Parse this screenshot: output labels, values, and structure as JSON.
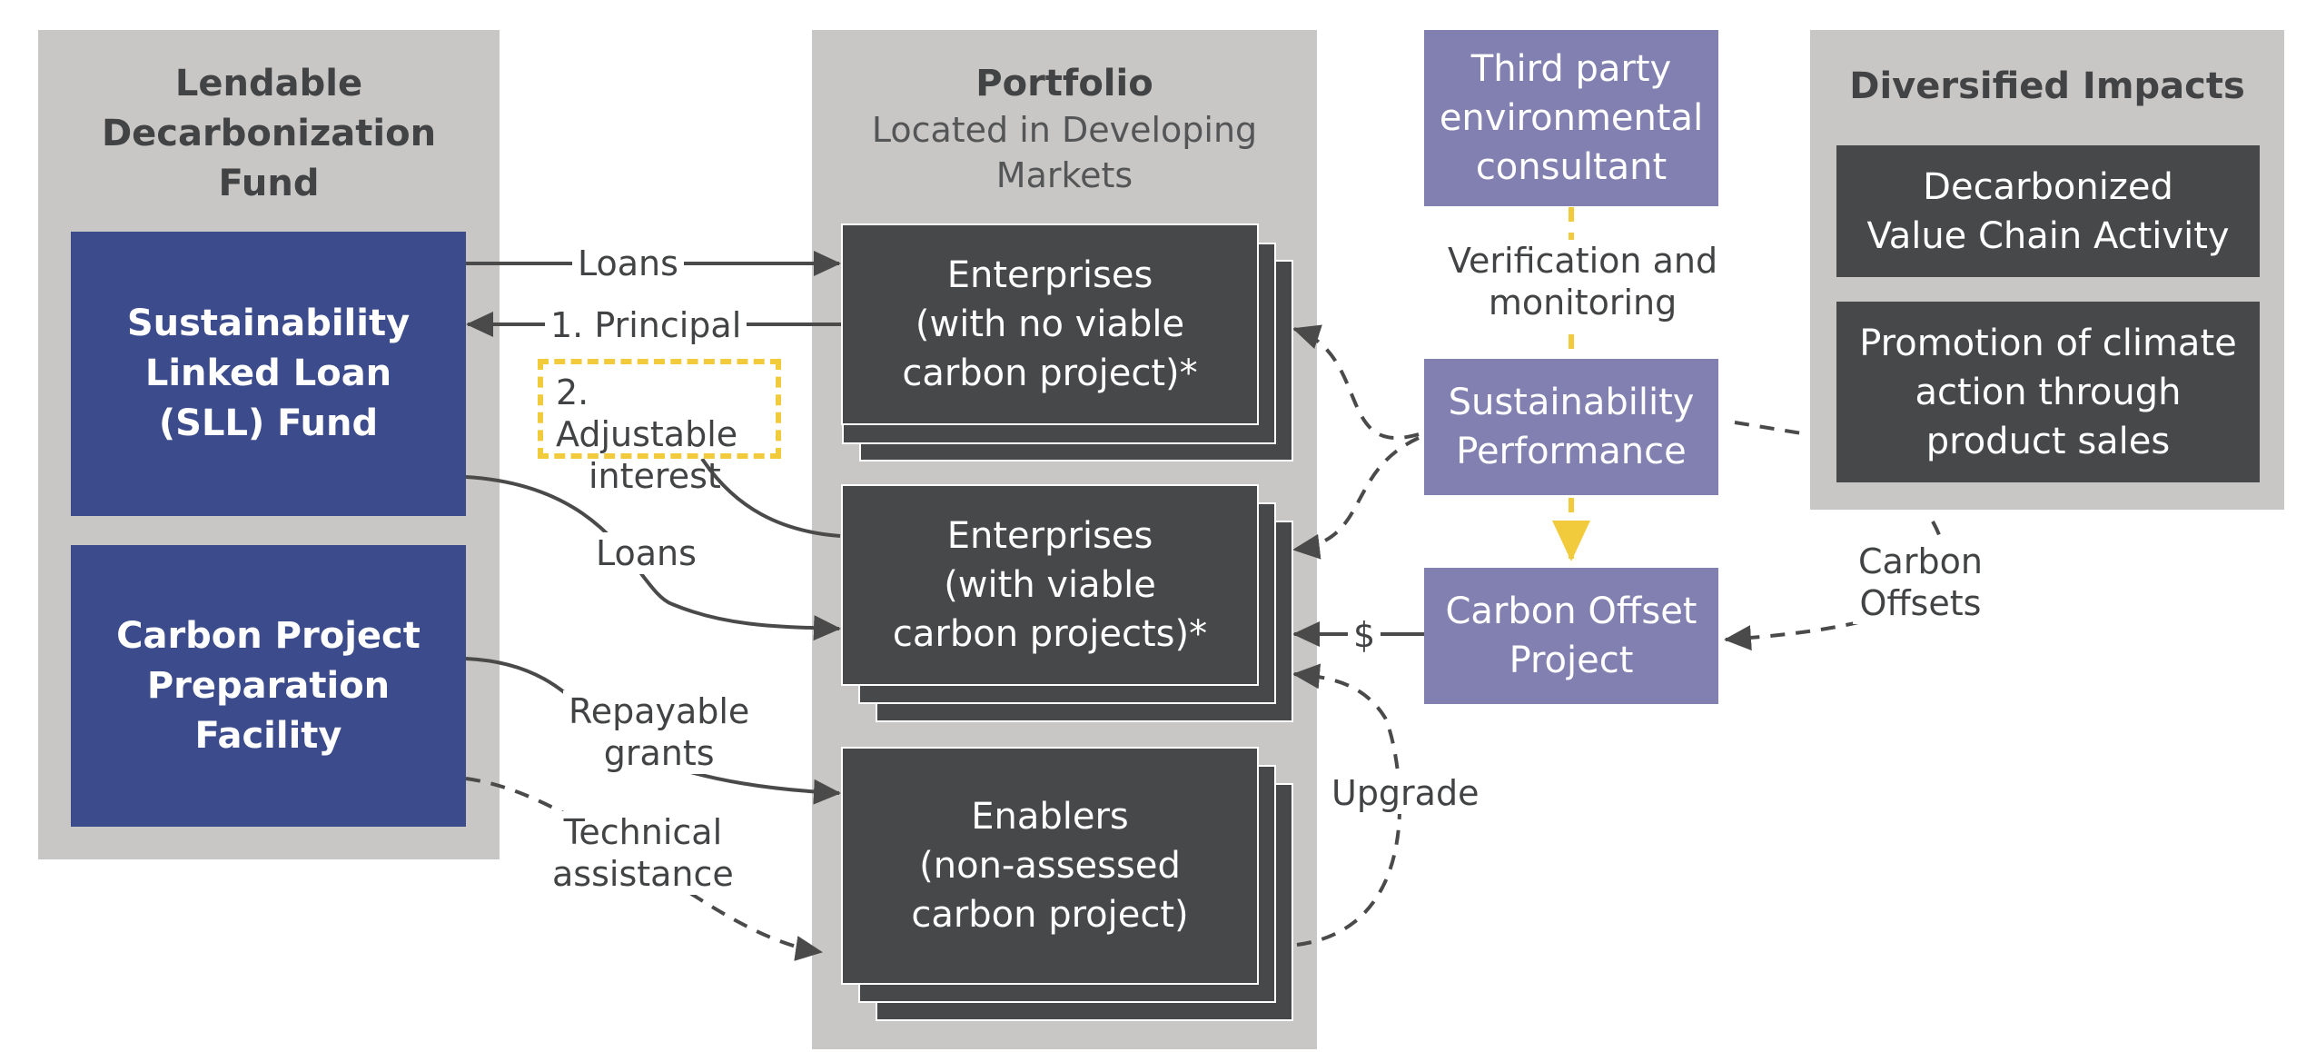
{
  "fund": {
    "title": [
      "Lendable",
      "Decarbonization",
      "Fund"
    ],
    "sll": [
      "Sustainability",
      "Linked Loan",
      "(SLL) Fund"
    ],
    "cppf": [
      "Carbon Project",
      "Preparation",
      "Facility"
    ]
  },
  "portfolio": {
    "title": "Portfolio",
    "subtitle": [
      "Located in Developing",
      "Markets"
    ],
    "enterprises_no_viable": [
      "Enterprises",
      "(with no viable",
      "carbon project)*"
    ],
    "enterprises_viable": [
      "Enterprises",
      "(with viable",
      "carbon projects)*"
    ],
    "enablers": [
      "Enablers",
      "(non-assessed",
      "carbon project)"
    ]
  },
  "middle": {
    "third_party": [
      "Third party",
      "environmental",
      "consultant"
    ],
    "sustainability_performance": [
      "Sustainability",
      "Performance"
    ],
    "carbon_offset_project": [
      "Carbon Offset",
      "Project"
    ]
  },
  "impacts": {
    "title": "Diversified Impacts",
    "decarbonized": [
      "Decarbonized",
      "Value Chain Activity"
    ],
    "promotion": [
      "Promotion of climate",
      "action through",
      "product sales"
    ]
  },
  "labels": {
    "loans_top": "Loans",
    "principal": "1.  Principal",
    "adjustable": [
      "2. Adjustable",
      "interest"
    ],
    "loans_mid": "Loans",
    "repayable": [
      "Repayable",
      "grants"
    ],
    "technical": [
      "Technical",
      "assistance"
    ],
    "verification": [
      "Verification and",
      "monitoring"
    ],
    "dollar": "$",
    "upgrade": "Upgrade",
    "carbon_offsets": [
      "Carbon",
      "Offsets"
    ]
  },
  "colors": {
    "panel": "#c9c7c5",
    "blue": "#3b4b8c",
    "purple": "#8180b1",
    "dark": "#474849",
    "line": "#4a4a4a",
    "yellow": "#f2cb3d"
  }
}
